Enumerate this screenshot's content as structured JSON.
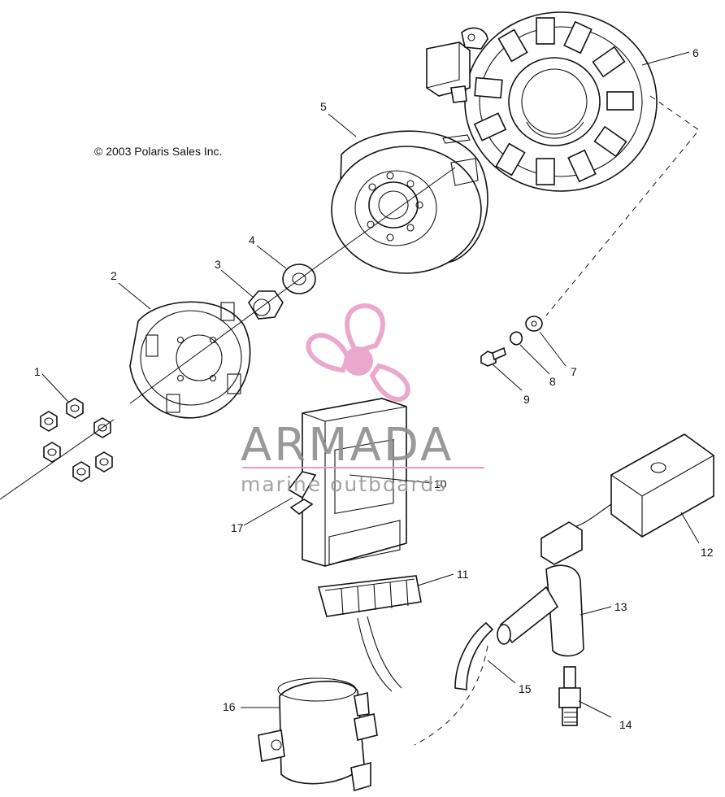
{
  "copyright": "© 2003 Polaris Sales Inc.",
  "watermark": {
    "title": "ARMADA",
    "subtitle": "marine outboards",
    "logo_color": "#e79ac4",
    "text_color": "#8f8f8f"
  },
  "callouts": {
    "c1": "1",
    "c2": "2",
    "c3": "3",
    "c4": "4",
    "c5": "5",
    "c6": "6",
    "c7": "7",
    "c8": "8",
    "c9": "9",
    "c10": "10",
    "c11": "11",
    "c12": "12",
    "c13": "13",
    "c14": "14",
    "c15": "15",
    "c16": "16",
    "c17": "17"
  }
}
